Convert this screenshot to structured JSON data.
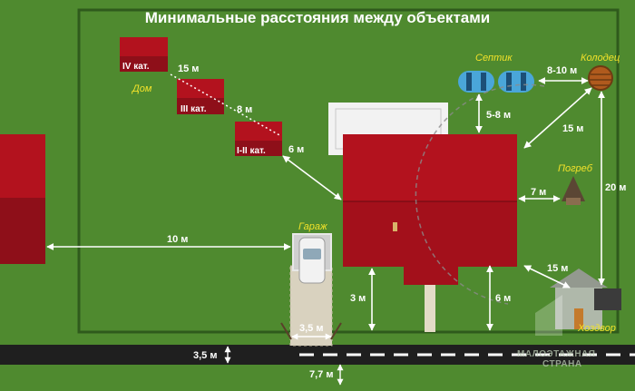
{
  "title": "Минимальные расстояния между объектами",
  "labels": {
    "septic": "Септик",
    "well": "Колодец",
    "cellar": "Погреб",
    "garage": "Гараж",
    "house": "Дом",
    "yard": "Хоздвор"
  },
  "house_categories": [
    "IV кат.",
    "III кат.",
    "I-II кат."
  ],
  "distances": {
    "cat4_cat3": "15 м",
    "cat3_cat12": "8 м",
    "cat12_house": "6 м",
    "septic_well": "8-10 м",
    "septic_house": "5-8 м",
    "well_house": "15 м",
    "well_yard": "20 м",
    "cellar_house": "7 м",
    "neighbor_garage": "10 м",
    "yard_house": "15 м",
    "house_fence": "3 м",
    "corner_fence": "6 м",
    "driveway_width": "3,5 м",
    "road_left": "3,5 м",
    "road_right": "7,7 м"
  },
  "watermark": [
    "МАЛОЭТАЖНАЯ",
    "СТРАНА"
  ],
  "colors": {
    "grass": "#4f8a2f",
    "roof": "#b3121e",
    "roof_dark": "#8e0f19",
    "road": "#1f1f1f",
    "accent_text": "#f2e22a",
    "septic": "#4aa6d9",
    "well": "#b05a1d"
  }
}
